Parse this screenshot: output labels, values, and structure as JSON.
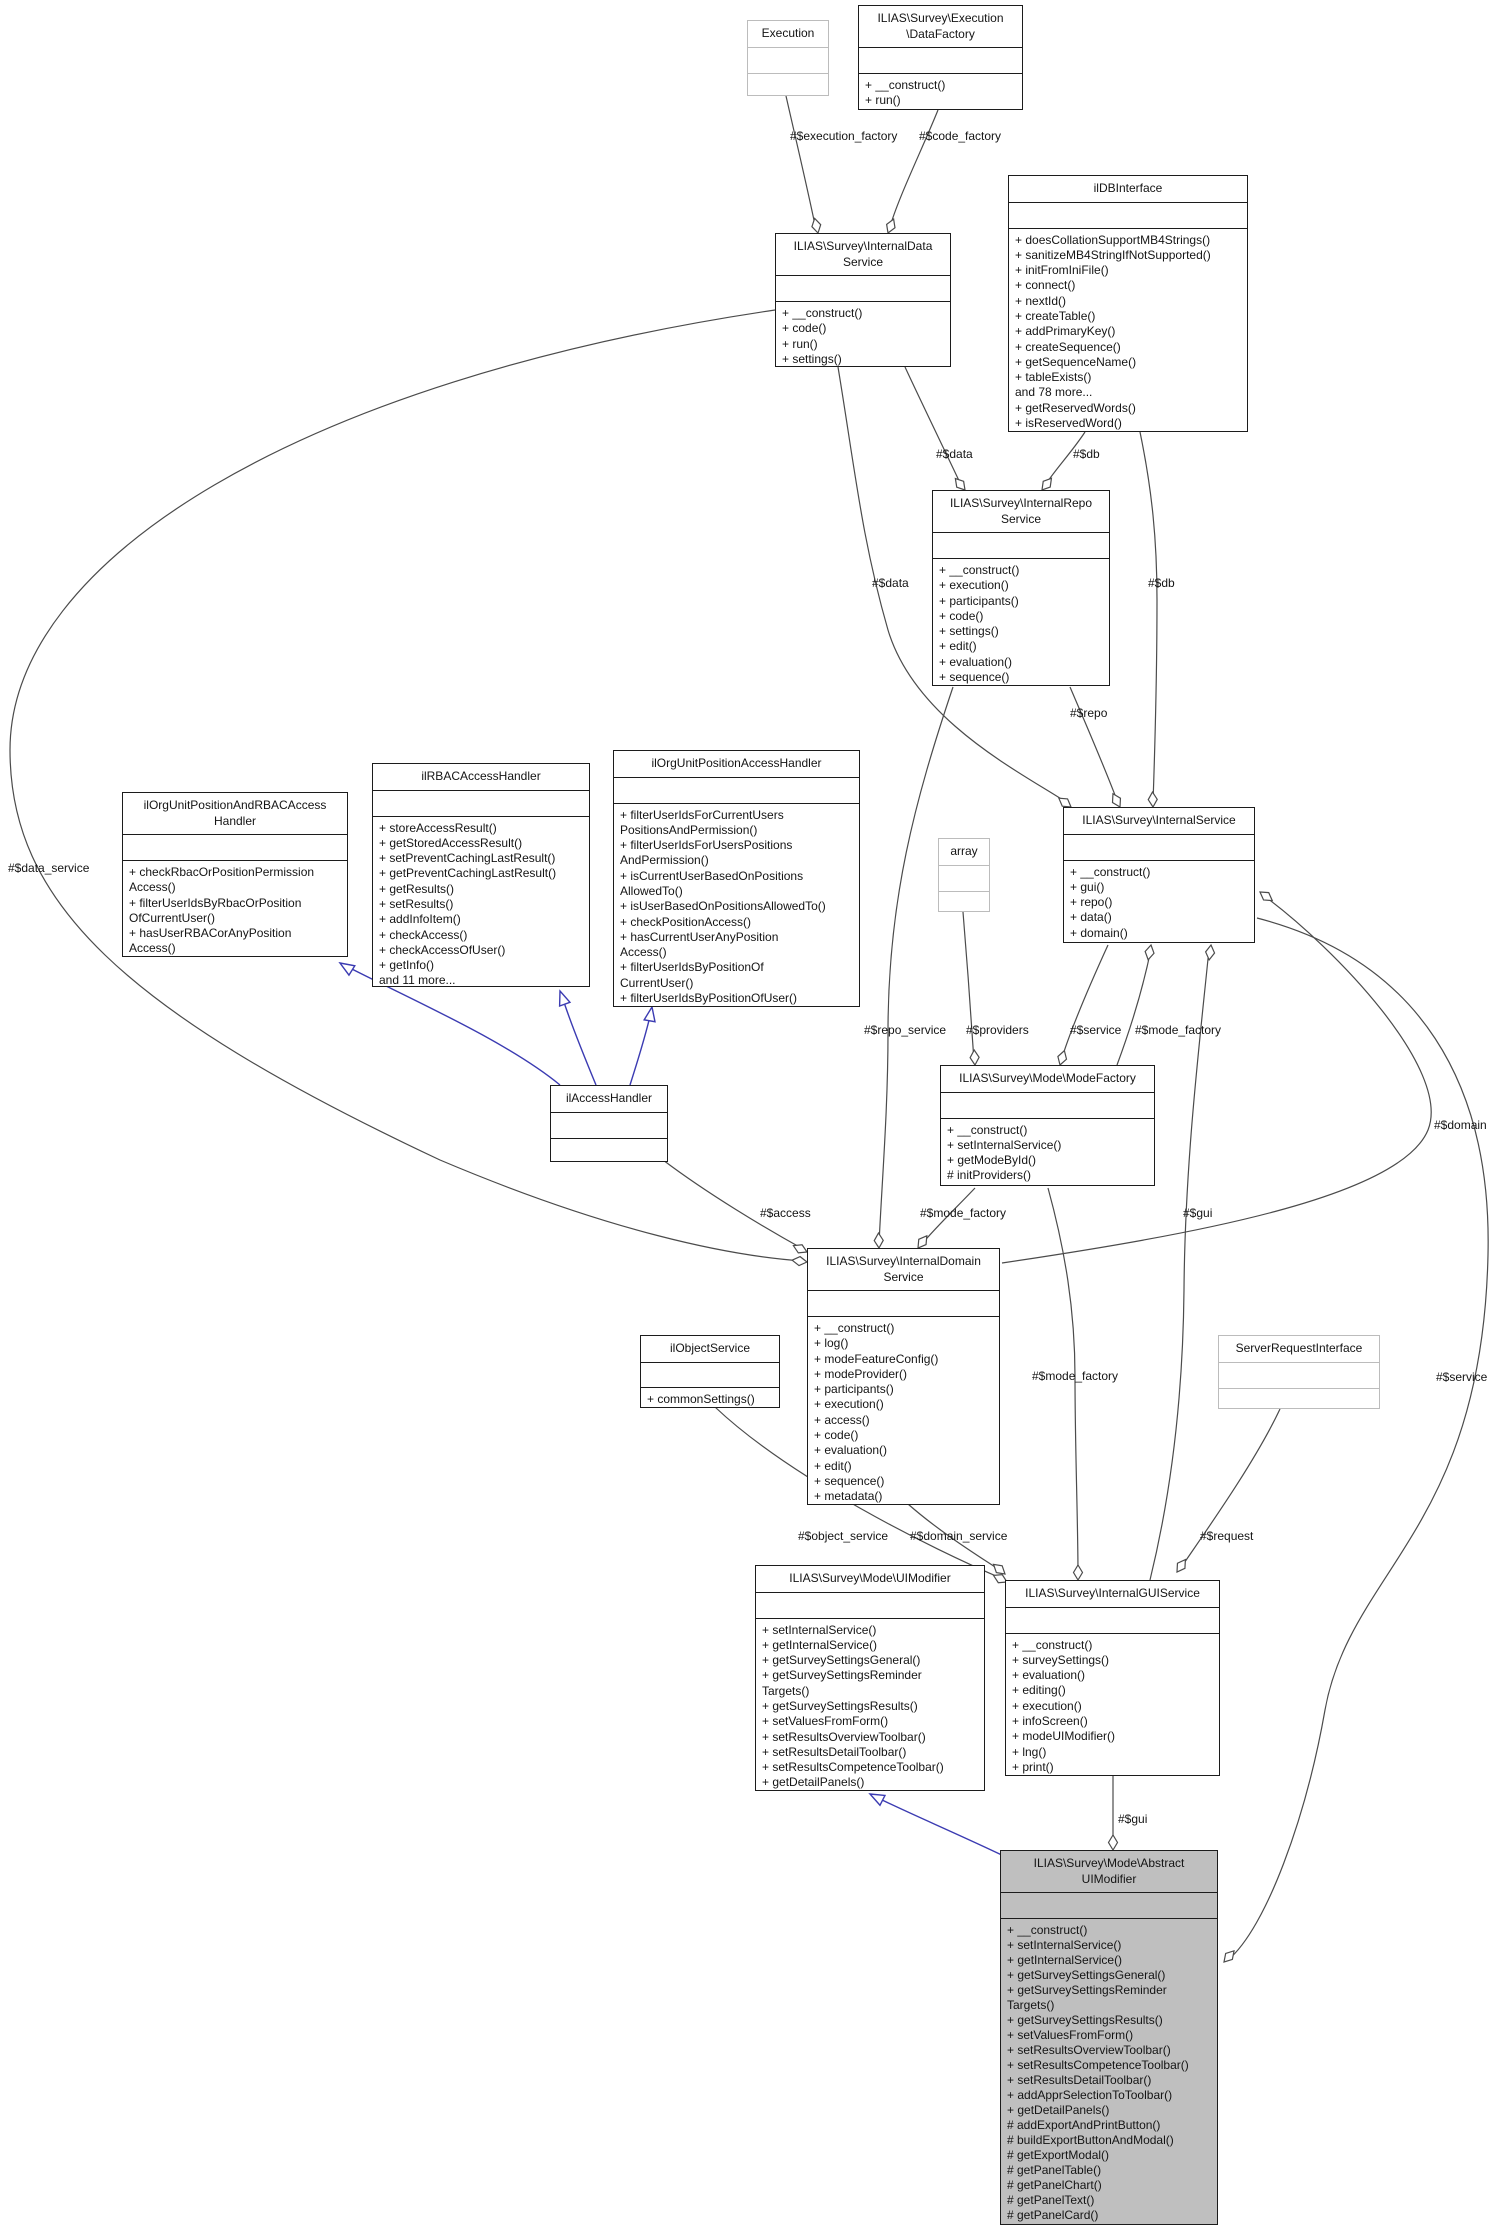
{
  "colors": {
    "highlight_fill": "#bfbfbf",
    "edge": "#4b4b4b",
    "inheritance_edge": "#3b3bb2",
    "external_node_border": "#bcbcbc",
    "node_border": "#1c1c1c"
  },
  "nodes": {
    "execution": {
      "title": "Execution",
      "methods": []
    },
    "data_factory": {
      "title": "ILIAS\\Survey\\Execution\n\\DataFactory",
      "methods": [
        "+ __construct()",
        "+ run()"
      ]
    },
    "db_interface": {
      "title": "ilDBInterface",
      "methods": [
        "+ doesCollationSupportMB4Strings()",
        "+ sanitizeMB4StringIfNotSupported()",
        "+ initFromIniFile()",
        "+ connect()",
        "+ nextId()",
        "+ createTable()",
        "+ addPrimaryKey()",
        "+ createSequence()",
        "+ getSequenceName()",
        "+ tableExists()",
        "and 78 more...",
        "+ getReservedWords()",
        "+ isReservedWord()"
      ]
    },
    "data_service": {
      "title": "ILIAS\\Survey\\InternalData\nService",
      "methods": [
        "+ __construct()",
        "+ code()",
        "+ run()",
        "+ settings()"
      ]
    },
    "repo_service": {
      "title": "ILIAS\\Survey\\InternalRepo\nService",
      "methods": [
        "+ __construct()",
        "+ execution()",
        "+ participants()",
        "+ code()",
        "+ settings()",
        "+ edit()",
        "+ evaluation()",
        "+ sequence()"
      ]
    },
    "orgunit_rbac": {
      "title": "ilOrgUnitPositionAndRBACAccess\nHandler",
      "methods": [
        "+ checkRbacOrPositionPermission\nAccess()",
        "+ filterUserIdsByRbacOrPosition\nOfCurrentUser()",
        "+ hasUserRBACorAnyPosition\nAccess()"
      ]
    },
    "rbac_handler": {
      "title": "ilRBACAccessHandler",
      "methods": [
        "+ storeAccessResult()",
        "+ getStoredAccessResult()",
        "+ setPreventCachingLastResult()",
        "+ getPreventCachingLastResult()",
        "+ getResults()",
        "+ setResults()",
        "+ addInfoItem()",
        "+ checkAccess()",
        "+ checkAccessOfUser()",
        "+ getInfo()",
        "and 11 more..."
      ]
    },
    "orgunit_pos": {
      "title": "ilOrgUnitPositionAccessHandler",
      "methods": [
        "+ filterUserIdsForCurrentUsers\nPositionsAndPermission()",
        "+ filterUserIdsForUsersPositions\nAndPermission()",
        "+ isCurrentUserBasedOnPositions\nAllowedTo()",
        "+ isUserBasedOnPositionsAllowedTo()",
        "+ checkPositionAccess()",
        "+ hasCurrentUserAnyPosition\nAccess()",
        "+ filterUserIdsByPositionOf\nCurrentUser()",
        "+ filterUserIdsByPositionOfUser()"
      ]
    },
    "array": {
      "title": "array",
      "methods": []
    },
    "internal_service": {
      "title": "ILIAS\\Survey\\InternalService",
      "methods": [
        "+ __construct()",
        "+ gui()",
        "+ repo()",
        "+ data()",
        "+ domain()"
      ]
    },
    "mode_factory": {
      "title": "ILIAS\\Survey\\Mode\\ModeFactory",
      "methods": [
        "+ __construct()",
        "+ setInternalService()",
        "+ getModeById()",
        "# initProviders()"
      ]
    },
    "access_handler": {
      "title": "ilAccessHandler",
      "methods": []
    },
    "domain_service": {
      "title": "ILIAS\\Survey\\InternalDomain\nService",
      "methods": [
        "+ __construct()",
        "+ log()",
        "+ modeFeatureConfig()",
        "+ modeProvider()",
        "+ participants()",
        "+ execution()",
        "+ access()",
        "+ code()",
        "+ evaluation()",
        "+ edit()",
        "+ sequence()",
        "+ metadata()"
      ]
    },
    "object_service": {
      "title": "ilObjectService",
      "methods": [
        "+ commonSettings()"
      ]
    },
    "server_request": {
      "title": "ServerRequestInterface",
      "methods": []
    },
    "ui_modifier": {
      "title": "ILIAS\\Survey\\Mode\\UIModifier",
      "methods": [
        "+ setInternalService()",
        "+ getInternalService()",
        "+ getSurveySettingsGeneral()",
        "+ getSurveySettingsReminder\nTargets()",
        "+ getSurveySettingsResults()",
        "+ setValuesFromForm()",
        "+ setResultsOverviewToolbar()",
        "+ setResultsDetailToolbar()",
        "+ setResultsCompetenceToolbar()",
        "+ getDetailPanels()"
      ]
    },
    "gui_service": {
      "title": "ILIAS\\Survey\\InternalGUIService",
      "methods": [
        "+ __construct()",
        "+ surveySettings()",
        "+ evaluation()",
        "+ editing()",
        "+ execution()",
        "+ infoScreen()",
        "+ modeUIModifier()",
        "+ lng()",
        "+ print()"
      ]
    },
    "abstract_ui_modifier": {
      "title": "ILIAS\\Survey\\Mode\\Abstract\nUIModifier",
      "methods": [
        "+ __construct()",
        "+ setInternalService()",
        "+ getInternalService()",
        "+ getSurveySettingsGeneral()",
        "+ getSurveySettingsReminder\nTargets()",
        "+ getSurveySettingsResults()",
        "+ setValuesFromForm()",
        "+ setResultsOverviewToolbar()",
        "+ setResultsCompetenceToolbar()",
        "+ setResultsDetailToolbar()",
        "+ addApprSelectionToToolbar()",
        "+ getDetailPanels()",
        "# addExportAndPrintButton()",
        "# buildExportButtonAndModal()",
        "# getExportModal()",
        "# getPanelTable()",
        "# getPanelChart()",
        "# getPanelText()",
        "# getPanelCard()"
      ]
    }
  },
  "edge_labels": [
    {
      "text": "#$execution_factory"
    },
    {
      "text": "#$code_factory"
    },
    {
      "text": "#$data"
    },
    {
      "text": "#$db"
    },
    {
      "text": "#$data"
    },
    {
      "text": "#$db"
    },
    {
      "text": "#$repo"
    },
    {
      "text": "#$data_service"
    },
    {
      "text": "#$repo_service"
    },
    {
      "text": "#$providers"
    },
    {
      "text": "#$service"
    },
    {
      "text": "#$mode_factory"
    },
    {
      "text": "#$access"
    },
    {
      "text": "#$mode_factory"
    },
    {
      "text": "#$gui"
    },
    {
      "text": "#$domain"
    },
    {
      "text": "#$mode_factory"
    },
    {
      "text": "#$service"
    },
    {
      "text": "#$object_service"
    },
    {
      "text": "#$domain_service"
    },
    {
      "text": "#$request"
    },
    {
      "text": "#$gui"
    }
  ]
}
